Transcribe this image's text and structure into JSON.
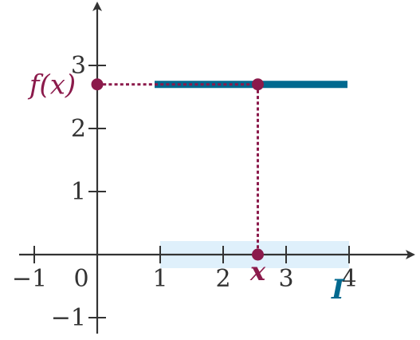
{
  "diagram": {
    "x_tick_labels": [
      {
        "value": -1,
        "label": "−1"
      },
      {
        "value": 0,
        "label": "0"
      },
      {
        "value": 1,
        "label": "1"
      },
      {
        "value": 2,
        "label": "2"
      },
      {
        "value": 3,
        "label": "3"
      },
      {
        "value": 4,
        "label": "4"
      }
    ],
    "y_tick_labels": [
      {
        "value": -1,
        "label": "−1"
      },
      {
        "value": 1,
        "label": "1"
      },
      {
        "value": 2,
        "label": "2"
      },
      {
        "value": 3,
        "label": "3"
      }
    ],
    "function_label": "f(x)",
    "point_label": "x",
    "interval_label": "I",
    "interval": [
      1,
      4
    ],
    "constant_value": 2.7,
    "point_x": 2.5,
    "colors": {
      "axis": "#333333",
      "graph": "#00698f",
      "accent": "#8b1a4b",
      "interval_fill": "#dff0fb"
    }
  }
}
